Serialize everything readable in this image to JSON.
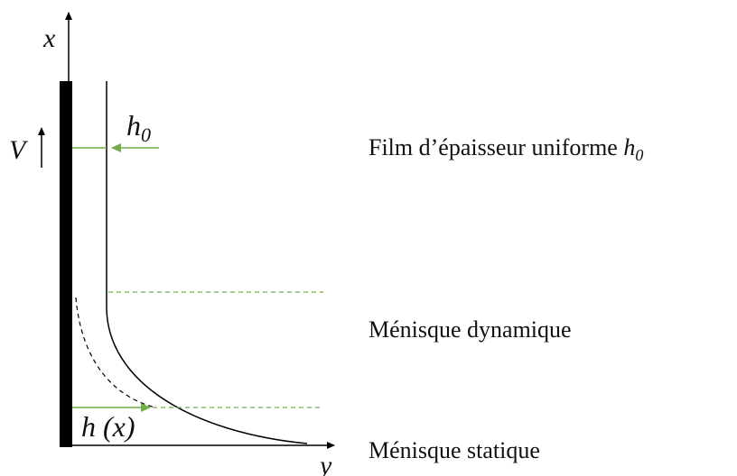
{
  "diagram": {
    "axes": {
      "x_label": "x",
      "y_label": "y"
    },
    "velocity_label": "V",
    "film_thickness_label": {
      "base": "h",
      "sub": "0"
    },
    "profile_label": "h (x)",
    "regions": {
      "uniform_film": {
        "text": "Film d’épaisseur uniforme ",
        "symbol_base": "h",
        "symbol_sub": "0"
      },
      "dynamic_meniscus": "Ménisque dynamique",
      "static_meniscus": "Ménisque statique"
    },
    "colors": {
      "arrow_green": "#70ad47",
      "guide_dashed_green": "#70ad47",
      "plate": "#000000",
      "line": "#000000"
    }
  }
}
